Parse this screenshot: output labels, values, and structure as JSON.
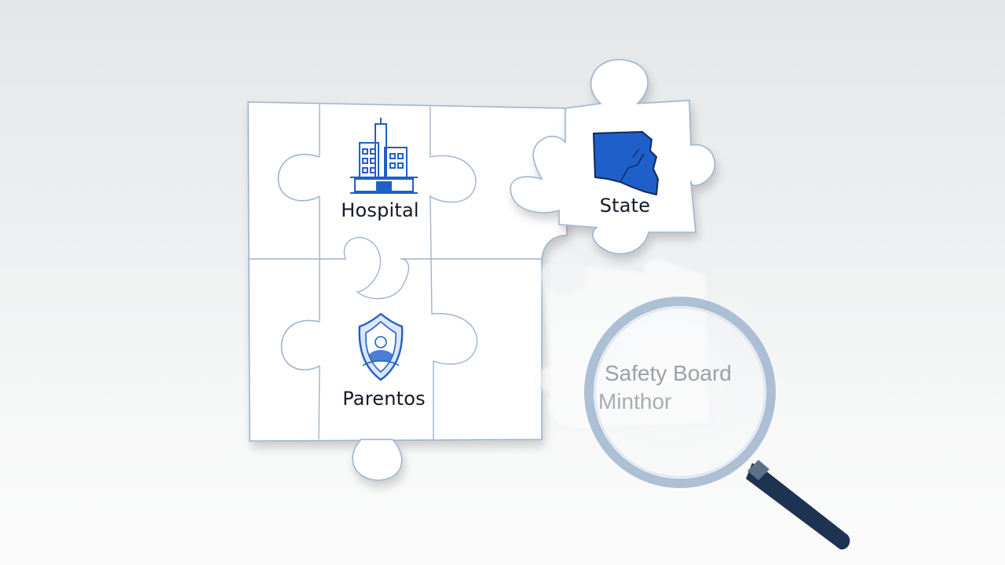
{
  "pieces": {
    "hospital": {
      "label": "Hospital",
      "icon": "hospital-building-icon"
    },
    "state": {
      "label": "State",
      "icon": "state-map-icon"
    },
    "parents": {
      "label": "Parentos",
      "icon": "shield-crest-icon"
    },
    "safety": {
      "line1": "Safety Board",
      "line2": "Minthor"
    }
  },
  "magnifier": {
    "icon": "magnifying-glass-icon"
  },
  "colors": {
    "accent_blue": "#1f5fc9",
    "outline_blue": "#8aa6c8",
    "handle_navy": "#1c3352",
    "lens_rim": "#a9bcd2"
  }
}
